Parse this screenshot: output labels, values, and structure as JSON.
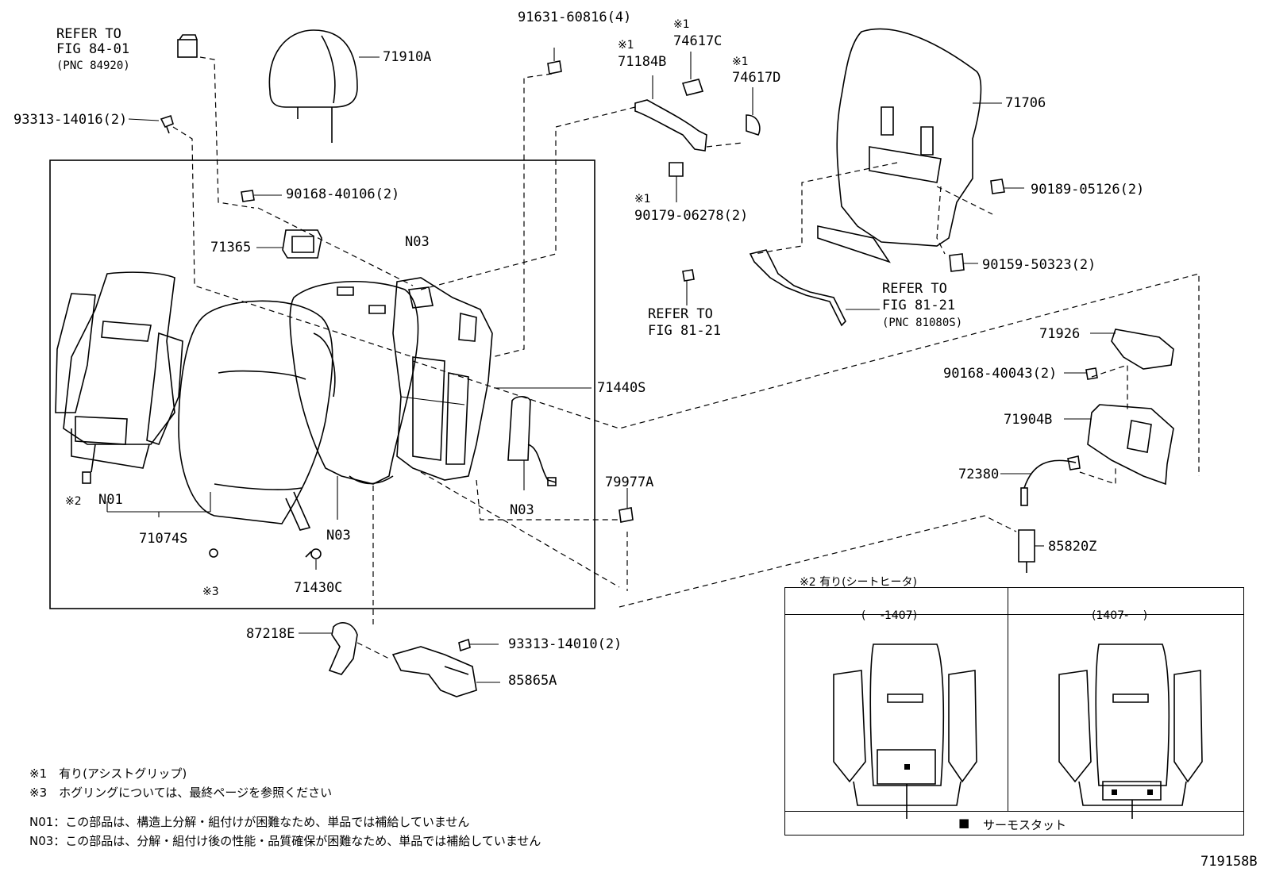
{
  "labels": {
    "refer_84": [
      "REFER TO",
      "FIG 84-01",
      "(PNC 84920)"
    ],
    "p93313_14016": "93313-14016(2)",
    "p71910A": "71910A",
    "p91631": "91631-60816(4)",
    "p71184B_mark": "※1",
    "p71184B": "71184B",
    "p74617C_mark": "※1",
    "p74617C": "74617C",
    "p74617D_mark": "※1",
    "p74617D": "74617D",
    "p71706": "71706",
    "p90168_40106": "90168-40106(2)",
    "p71365": "71365",
    "pN03_top": "N03",
    "p90179_mark": "※1",
    "p90179": "90179-06278(2)",
    "p90189": "90189-05126(2)",
    "p90159": "90159-50323(2)",
    "refer_81_left": [
      "REFER TO",
      "FIG 81-21"
    ],
    "refer_81_right": [
      "REFER TO",
      "FIG 81-21",
      "(PNC 81080S)"
    ],
    "p71926": "71926",
    "p90168_40043": "90168-40043(2)",
    "p71440S": "71440S",
    "p71904B": "71904B",
    "p72380": "72380",
    "p79977A": "79977A",
    "pN03_right": "N03",
    "p85820Z": "85820Z",
    "pN01": "N01",
    "mark2": "※2",
    "p71074S": "71074S",
    "pN03_mid": "N03",
    "mark3": "※3",
    "p71430C": "71430C",
    "p87218E": "87218E",
    "p93313_14010": "93313-14010(2)",
    "p85865A": "85865A",
    "diagram_id": "719158B"
  },
  "inset": {
    "title": "※2 有り(シートヒータ)",
    "col_left": "(　 -1407)",
    "col_right": "(1407-　 )",
    "legend_symbol": "■",
    "legend_text": "サーモスタット"
  },
  "notes": [
    "※1　有り(アシストグリップ)",
    "※3　ホグリングについては、最終ページを参照ください",
    "N01：この部品は、構造上分解・組付けが困難なため、単品では補給していません",
    "N03：この部品は、分解・組付け後の性能・品質確保が困難なため、単品では補給していません"
  ]
}
